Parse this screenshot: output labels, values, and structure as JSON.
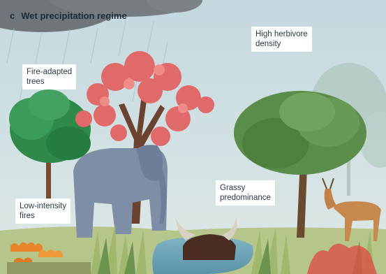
{
  "panel": {
    "letter": "c",
    "title": "Wet precipitation regime"
  },
  "labels": {
    "high_herbivore": [
      "High herbivore",
      "density"
    ],
    "fire_adapted": [
      "Fire-adapted",
      "trees"
    ],
    "grassy": [
      "Grassy",
      "predominance"
    ],
    "low_intensity": [
      "Low-intensity",
      "fires"
    ]
  },
  "colors": {
    "sky": "#c9dde3",
    "storm_cloud": "#6e7478",
    "flowering_tree": "#e06a6a",
    "green_tree": "#2e8a4a",
    "elephant": "#7f8ea7",
    "water": "#6aa3b8",
    "grass": "#9fb86d",
    "fire": "#e8842a"
  },
  "icons": [
    "elephant",
    "buffalo",
    "antelope",
    "flowering-tree",
    "green-tree",
    "storm-cloud",
    "fire"
  ]
}
